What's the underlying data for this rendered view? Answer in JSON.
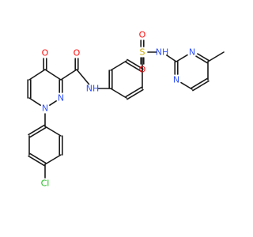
{
  "atom_labels": {
    "o_keto": "O",
    "o_amide": "O",
    "nh_amide": "NH",
    "s_sulfonyl": "S",
    "o_s_upper": "O",
    "o_s_lower": "O",
    "nh_sulfonamide": "NH",
    "n_pyrimidine_top": "N",
    "n_pyrimidine_bottom": "N",
    "n_pyridazine_1": "N",
    "n_pyridazine_2": "N",
    "cl": "Cl"
  },
  "colors": {
    "bond": "#1a1a1a",
    "carbon": "#1a1a1a",
    "oxygen": "#ff0d0d",
    "nitrogen": "#3050f8",
    "sulfur": "#c8a800",
    "chlorine": "#1fbf1f"
  }
}
